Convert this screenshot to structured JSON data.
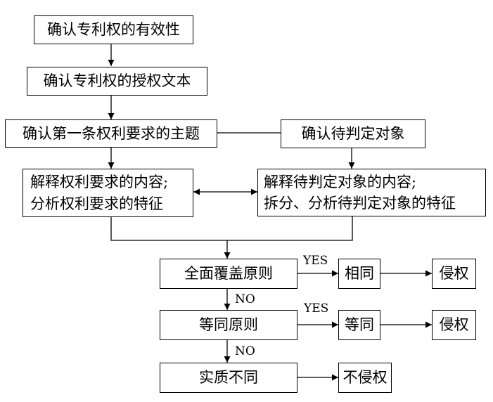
{
  "steps": {
    "validity": "确认专利权的有效性",
    "grant_text": "确认专利权的授权文本",
    "claim_subject": "确认第一条权利要求的主题",
    "object": "确认待判定对象",
    "claim_content_line1": "解释权利要求的内容;",
    "claim_content_line2": "分析权利要求的特征",
    "object_content_line1": "解释待判定对象的内容;",
    "object_content_line2": "拆分、分析待判定对象的特征",
    "all_elements": "全面覆盖原则",
    "identical": "相同",
    "infringe_1": "侵权",
    "equivalence": "等同原则",
    "equivalent": "等同",
    "infringe_2": "侵权",
    "substantially_different": "实质不同",
    "no_infringe": "不侵权"
  },
  "labels": {
    "yes_1": "YES",
    "no_1": "NO",
    "yes_2": "YES",
    "no_2": "NO"
  }
}
